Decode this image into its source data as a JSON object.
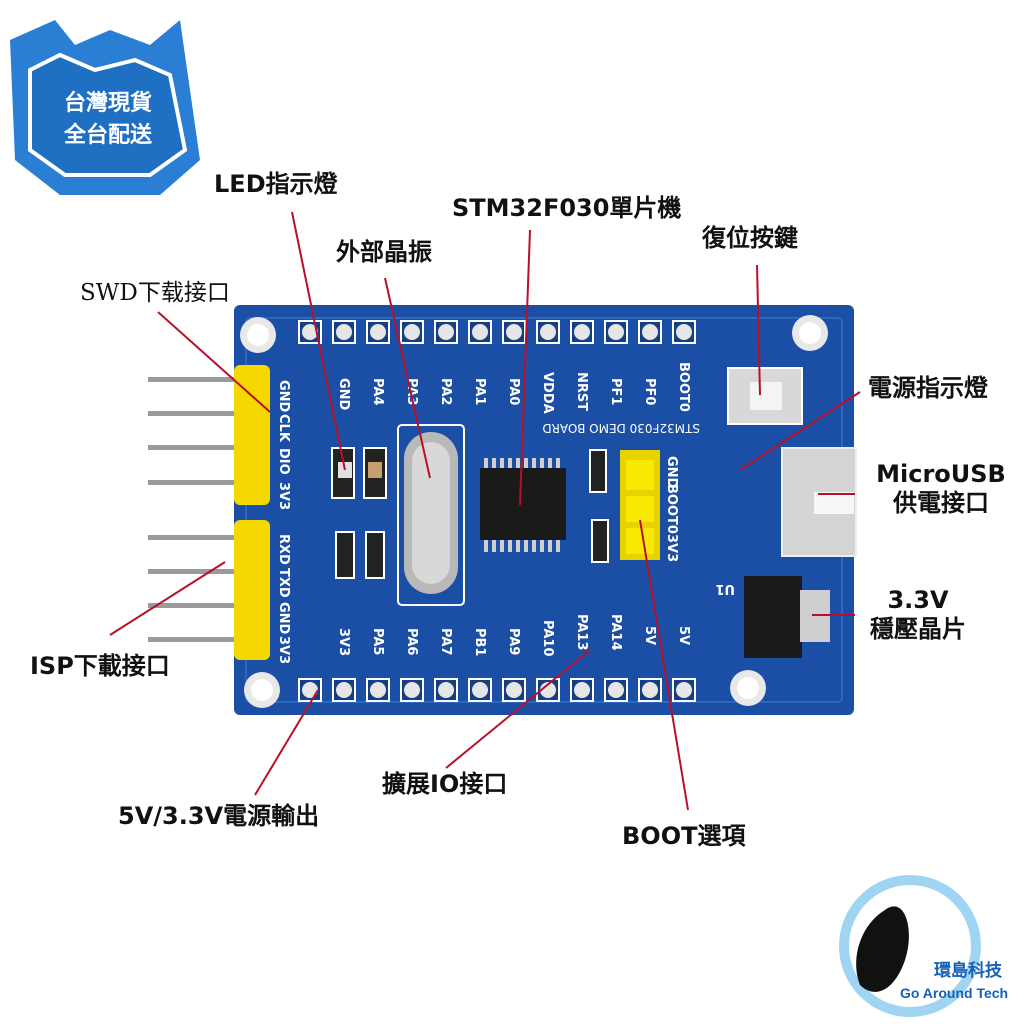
{
  "badge": {
    "line1": "台灣現貨",
    "line2": "全台配送"
  },
  "labels": {
    "led": "LED指示燈",
    "mcu": "STM32F030單片機",
    "crystal": "外部晶振",
    "reset": "復位按鍵",
    "swd": "SWD下载接口",
    "power_led": "電源指示燈",
    "usb_line1": "MicroUSB",
    "usb_line2": "供電接口",
    "reg_line1": "3.3V",
    "reg_line2": "穩壓晶片",
    "isp": "ISP下載接口",
    "expand": "擴展IO接口",
    "power_out": "5V/3.3V電源輸出",
    "boot": "BOOT選項"
  },
  "board": {
    "top_pins": [
      "GND",
      "PA4",
      "PA3",
      "PA2",
      "PA1",
      "PA0",
      "VDDA",
      "NRST",
      "PF1",
      "PF0",
      "BOOT0"
    ],
    "bottom_pins": [
      "3V3",
      "PA5",
      "PA6",
      "PA7",
      "PB1",
      "PA9",
      "PA10",
      "PA13",
      "PA14",
      "5V",
      "5V"
    ],
    "left_pins_swd": [
      "GND",
      "CLK",
      "DIO",
      "3V3"
    ],
    "left_pins_isp": [
      "RXD",
      "TXD",
      "GND",
      "3V3"
    ],
    "boot_pins": [
      "GND",
      "BOOT0",
      "3V3"
    ],
    "silk_title": "STM32F030 DEMO BOARD",
    "u1": "U1"
  },
  "brand": {
    "cn": "環島科技",
    "en": "Go Around Tech"
  },
  "colors": {
    "pcb": "#1b4fa6",
    "pcb_dark": "#143e86",
    "header_yellow": "#f5d800",
    "leader": "#b8102a"
  }
}
